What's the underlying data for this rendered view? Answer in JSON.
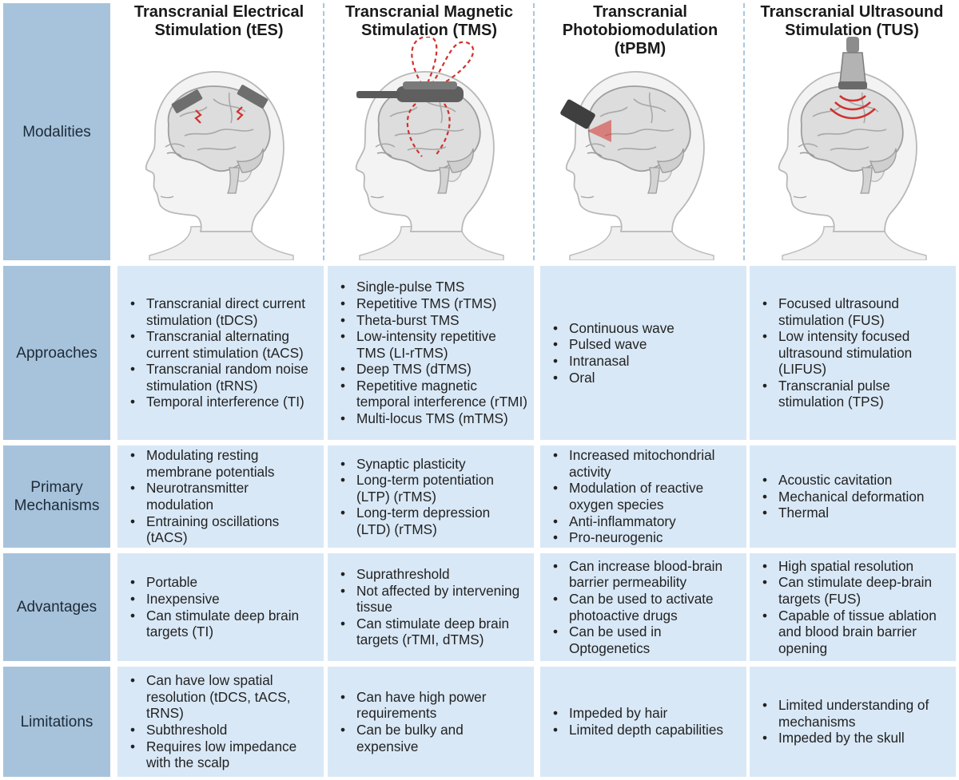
{
  "columns": [
    {
      "title": "Transcranial Electrical Stimulation (tES)",
      "device": "electrodes"
    },
    {
      "title": "Transcranial Magnetic Stimulation (TMS)",
      "device": "coil"
    },
    {
      "title": "Transcranial Photobiomodulation (tPBM)",
      "device": "light-source"
    },
    {
      "title": "Transcranial Ultrasound Stimulation (TUS)",
      "device": "transducer"
    }
  ],
  "rows": [
    {
      "label": "Modalities"
    },
    {
      "label": "Approaches",
      "cells": [
        [
          "Transcranial direct current stimulation (tDCS)",
          "Transcranial alternating current stimulation (tACS)",
          "Transcranial random noise stimulation (tRNS)",
          "Temporal interference (TI)"
        ],
        [
          "Single-pulse TMS",
          "Repetitive TMS (rTMS)",
          "Theta-burst TMS",
          "Low-intensity repetitive TMS (LI-rTMS)",
          "Deep TMS (dTMS)",
          "Repetitive magnetic temporal interference (rTMI)",
          "Multi-locus TMS (mTMS)"
        ],
        [
          "Continuous wave",
          "Pulsed wave",
          "Intranasal",
          "Oral"
        ],
        [
          "Focused ultrasound stimulation (FUS)",
          "Low intensity focused ultrasound stimulation (LIFUS)",
          "Transcranial pulse stimulation (TPS)"
        ]
      ]
    },
    {
      "label": "Primary Mechanisms",
      "cells": [
        [
          "Modulating resting membrane potentials",
          "Neurotransmitter modulation",
          "Entraining oscillations (tACS)"
        ],
        [
          "Synaptic plasticity",
          "Long-term potentiation (LTP) (rTMS)",
          "Long-term depression (LTD) (rTMS)"
        ],
        [
          "Increased mitochondrial activity",
          "Modulation of reactive oxygen species",
          "Anti-inflammatory",
          "Pro-neurogenic"
        ],
        [
          "Acoustic cavitation",
          "Mechanical deformation",
          "Thermal"
        ]
      ]
    },
    {
      "label": "Advantages",
      "cells": [
        [
          "Portable",
          "Inexpensive",
          "Can stimulate deep brain targets (TI)"
        ],
        [
          "Suprathreshold",
          "Not affected by intervening tissue",
          "Can stimulate deep brain targets (rTMI, dTMS)"
        ],
        [
          "Can increase blood-brain barrier permeability",
          "Can be used to activate photoactive drugs",
          "Can be used in Optogenetics"
        ],
        [
          "High spatial resolution",
          "Can stimulate deep-brain targets (FUS)",
          "Capable of tissue ablation and blood brain barrier opening"
        ]
      ]
    },
    {
      "label": "Limitations",
      "cells": [
        [
          "Can have low spatial resolution (tDCS, tACS, tRNS)",
          "Subthreshold",
          "Requires low impedance with the scalp"
        ],
        [
          "Can have high power requirements",
          "Can be bulky and expensive"
        ],
        [
          "Impeded by hair",
          "Limited depth capabilities"
        ],
        [
          "Limited understanding of mechanisms",
          "Impeded by the skull"
        ]
      ]
    }
  ],
  "colors": {
    "label_bg": "#a7c3dc",
    "cell_bg": "#d9e8f6",
    "divider": "#a9c6df",
    "accent_red": "#d0312d"
  }
}
